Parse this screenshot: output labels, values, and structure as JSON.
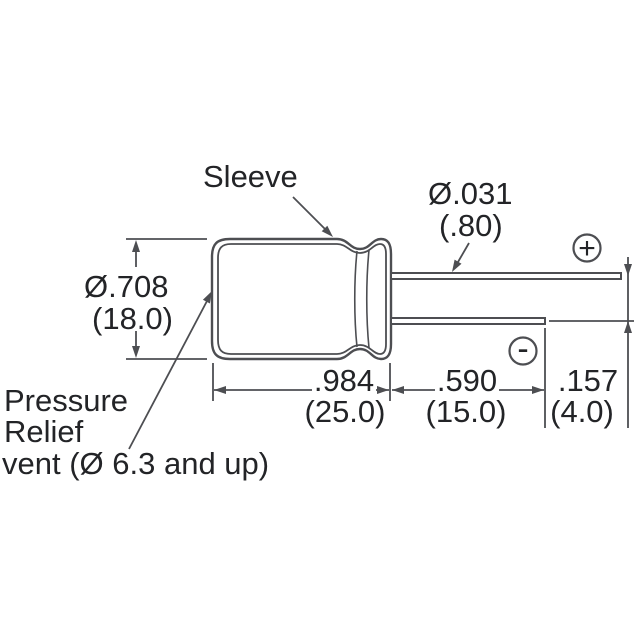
{
  "colors": {
    "line": "#4d4e52",
    "text": "#232427",
    "background": "#ffffff"
  },
  "diagram": {
    "labels": {
      "sleeve": "Sleeve",
      "pressure_relief": {
        "line1": "Pressure",
        "line2": "Relief",
        "line3": "vent (Ø 6.3 and up)"
      },
      "polarity": {
        "positive": "+",
        "negative": "-"
      }
    },
    "dimensions": {
      "lead_diameter": {
        "inches": "Ø.031",
        "mm": "(.80)"
      },
      "body_diameter": {
        "inches": "Ø.708",
        "mm": "(18.0)"
      },
      "body_length": {
        "inches": ".984",
        "mm": "(25.0)"
      },
      "lead_length": {
        "inches": ".590",
        "mm": "(15.0)"
      },
      "lead_spacing": {
        "inches": ".157",
        "mm": "(4.0)"
      }
    }
  }
}
